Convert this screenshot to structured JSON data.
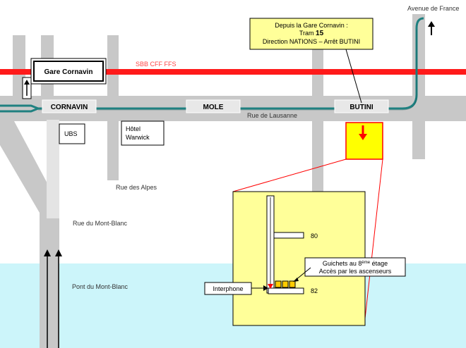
{
  "info_box": {
    "line1": "Depuis la Gare Cornavin :",
    "line2_prefix": "Tram ",
    "line2_number": "15",
    "line3": "Direction NATIONS – Arrêt BUTINI"
  },
  "labels": {
    "avenue_de_france": "Avenue de France",
    "gare_cornavin": "Gare Cornavin",
    "railway": "SBB CFF FFS",
    "rue_de_lausanne": "Rue de Lausanne",
    "ubs": "UBS",
    "hotel_line1": "Hôtel",
    "hotel_line2": "Warwick",
    "rue_des_alpes": "Rue des Alpes",
    "rue_du_mont_blanc": "Rue du Mont-Blanc",
    "pont_du_mont_blanc": "Pont du Mont-Blanc"
  },
  "stops": {
    "cornavin": "CORNAVIN",
    "mole": "MOLE",
    "butini": "BUTINI"
  },
  "building": {
    "number_80": "80",
    "number_82": "82",
    "guichets_prefix": "Guichets au 8",
    "guichets_sup": "ème",
    "guichets_suffix": " étage",
    "acces": "Accès par les ascenseurs",
    "interphone": "Interphone"
  },
  "colors": {
    "road": "#c8c8c8",
    "railway": "#ff1a1a",
    "tram": "#1f8080",
    "lake": "#ccf5fa",
    "highlight": "#ffff99",
    "target": "#ffff00",
    "stop_box": "#e8e8e8",
    "window": "#ffcc00"
  }
}
